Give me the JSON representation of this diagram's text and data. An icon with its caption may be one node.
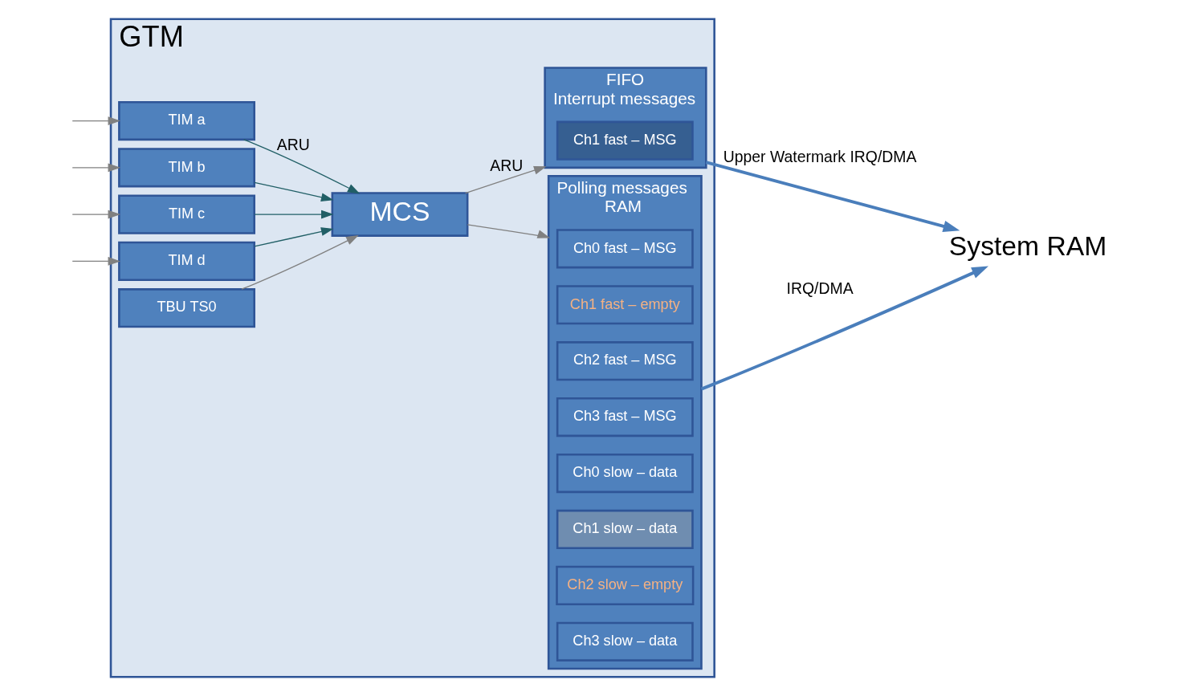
{
  "diagram": {
    "nodes": [
      {
        "text": [
          "GTM"
        ]
      },
      {
        "text": [
          "TIM a"
        ],
        "in": 0
      },
      {
        "text": [
          "TIM b"
        ],
        "in": 0
      },
      {
        "text": [
          "TIM c"
        ],
        "in": 0
      },
      {
        "text": [
          "TIM d"
        ],
        "in": 0
      },
      {
        "text": [
          "MCS"
        ],
        "in": 0
      },
      {
        "text": [
          "TBU TS0"
        ],
        "in": 0
      },
      {
        "text": [
          "FIFO",
          "Interrupt messages"
        ],
        "in": 0
      },
      {
        "text": [
          "Ch1 fast – MSG"
        ],
        "in": 7
      },
      {
        "text": [
          "Polling messages",
          "RAM"
        ],
        "in": 0
      },
      {
        "text": [
          "Ch0 fast – MSG"
        ],
        "in": 9
      },
      {
        "text": [
          "Ch1 fast – empty"
        ],
        "in": 9
      },
      {
        "text": [
          "Ch2 fast – MSG"
        ],
        "in": 9
      },
      {
        "text": [
          "Ch3 fast – MSG"
        ],
        "in": 9
      },
      {
        "text": [
          "Ch0 slow – data"
        ],
        "in": 9
      },
      {
        "text": [
          "Ch1 slow – data"
        ],
        "in": 9
      },
      {
        "text": [
          "Ch2 slow – empty"
        ],
        "in": 9
      },
      {
        "text": [
          "Ch3 slow – data"
        ],
        "in": 9
      },
      {
        "text": [
          "System RAM"
        ]
      }
    ],
    "edges": [
      {
        "from": null,
        "to": 1,
        "arrow": "to"
      },
      {
        "from": null,
        "to": 2,
        "arrow": "to"
      },
      {
        "from": null,
        "to": 3,
        "arrow": "to"
      },
      {
        "from": null,
        "to": 4,
        "arrow": "to"
      },
      {
        "from": 1,
        "to": 5,
        "arrow": "to",
        "label": "ARU",
        "color": "#215f66"
      },
      {
        "from": 2,
        "to": 5,
        "arrow": "to",
        "color": "#215f66"
      },
      {
        "from": 3,
        "to": 5,
        "arrow": "to",
        "color": "#215f66"
      },
      {
        "from": 4,
        "to": 5,
        "arrow": "to",
        "color": "#215f66"
      },
      {
        "from": 6,
        "to": 5,
        "arrow": "to"
      },
      {
        "from": 5,
        "to": 7,
        "arrow": "to",
        "label": "ARU"
      },
      {
        "from": 5,
        "to": 9,
        "arrow": "to"
      },
      {
        "from": 7,
        "to": 18,
        "arrow": "to",
        "label": "Upper Watermark IRQ/DMA",
        "color": "#4a7ebb",
        "style": "thick"
      },
      {
        "from": 9,
        "to": 18,
        "arrow": "to",
        "label": "IRQ/DMA",
        "color": "#4a7ebb",
        "style": "thick"
      }
    ]
  }
}
